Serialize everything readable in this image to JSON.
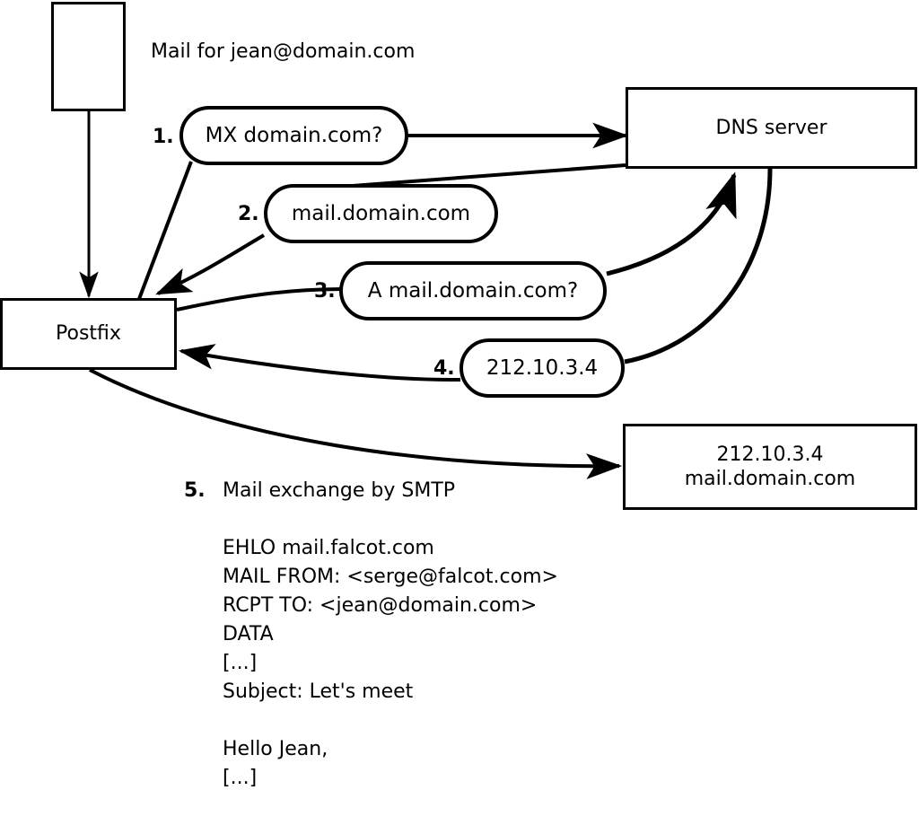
{
  "diagram": {
    "title_text": "Mail for jean@domain.com",
    "nodes": {
      "source_box": {
        "label": ""
      },
      "postfix": {
        "label": "Postfix"
      },
      "dns_server": {
        "label": "DNS server"
      },
      "target_server": {
        "line1": "212.10.3.4",
        "line2": "mail.domain.com"
      }
    },
    "steps": [
      {
        "num": "1.",
        "label": "MX domain.com?"
      },
      {
        "num": "2.",
        "label": "mail.domain.com"
      },
      {
        "num": "3.",
        "label": "A mail.domain.com?"
      },
      {
        "num": "4.",
        "label": "212.10.3.4"
      }
    ],
    "step5": {
      "num": "5.",
      "label": "Mail exchange by SMTP"
    },
    "transcript_lines": [
      "EHLO mail.falcot.com",
      "MAIL FROM: <serge@falcot.com>",
      "RCPT TO: <jean@domain.com>",
      "DATA",
      "[...]",
      "Subject: Let's meet",
      "",
      "Hello Jean,",
      "[...]",
      "",
      "."
    ],
    "colors": {
      "stroke": "#000000",
      "fill": "#ffffff"
    }
  }
}
